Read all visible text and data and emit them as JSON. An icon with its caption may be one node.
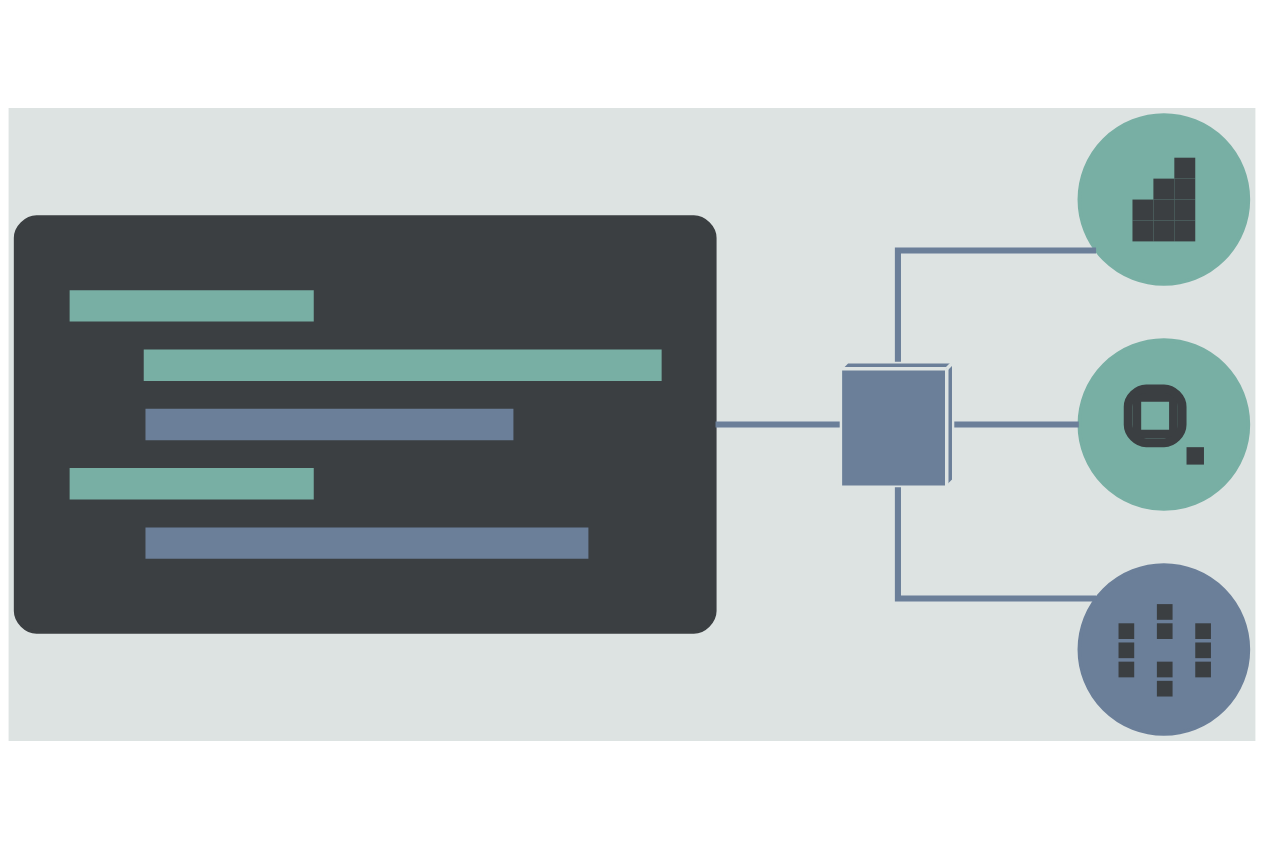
{
  "diagram": {
    "nodes": [
      {
        "text": [],
        "shape": "picture"
      },
      {
        "text": [],
        "shape": "cube"
      },
      {
        "text": [],
        "shape": "circle"
      },
      {
        "text": [],
        "shape": "circle"
      },
      {
        "text": [],
        "shape": "circle"
      }
    ],
    "edges": [
      {
        "from": 0,
        "to": 1,
        "arrow": "none"
      },
      {
        "from": 1,
        "to": 2,
        "arrow": "none"
      },
      {
        "from": 1,
        "to": 3,
        "arrow": "none"
      },
      {
        "from": 1,
        "to": 4,
        "arrow": "none"
      }
    ]
  }
}
